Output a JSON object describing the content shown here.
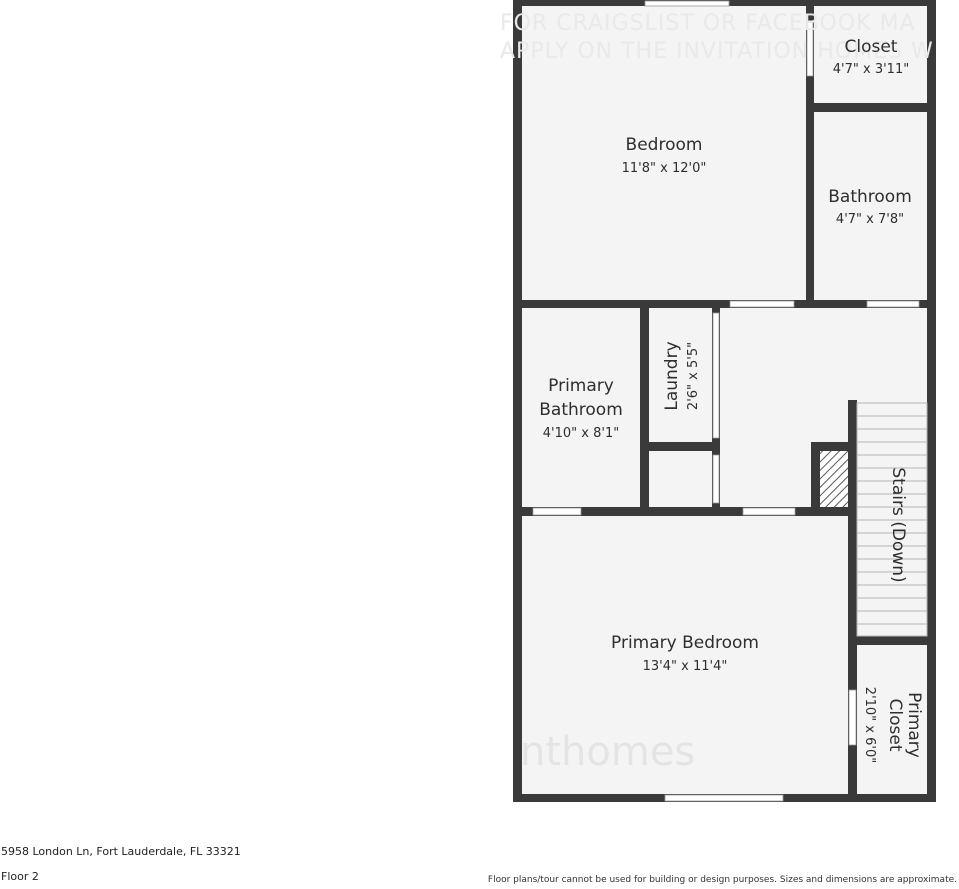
{
  "watermark": {
    "line1": "FOR CRAIGSLIST OR FACEBOOK MA",
    "line2": "APPLY ON THE INVITATION HOMES W",
    "brand": "nthomes"
  },
  "rooms": {
    "closet": {
      "name": "Closet",
      "dims": "4'7\" x 3'11\""
    },
    "bedroom": {
      "name": "Bedroom",
      "dims": "11'8\" x 12'0\""
    },
    "bathroom": {
      "name": "Bathroom",
      "dims": "4'7\" x 7'8\""
    },
    "primary_bathroom": {
      "name_line1": "Primary",
      "name_line2": "Bathroom",
      "dims": "4'10\" x 8'1\""
    },
    "laundry": {
      "name": "Laundry",
      "dims": "2'6\" x 5'5\""
    },
    "stairs": {
      "name": "Stairs (Down)"
    },
    "primary_bedroom": {
      "name": "Primary Bedroom",
      "dims": "13'4\" x 11'4\""
    },
    "primary_closet": {
      "name_line1": "Primary",
      "name_line2": "Closet",
      "dims": "2'10\" x 6'0\""
    }
  },
  "footer": {
    "address": "5958 London Ln, Fort Lauderdale, FL 33321",
    "floor": "Floor 2",
    "disclaimer": "Floor plans/tour cannot be used for building or design purposes. Sizes and dimensions are approximate."
  },
  "colors": {
    "wall": "#3a3a3a",
    "floor": "#f4f4f4",
    "background": "#ffffff"
  }
}
